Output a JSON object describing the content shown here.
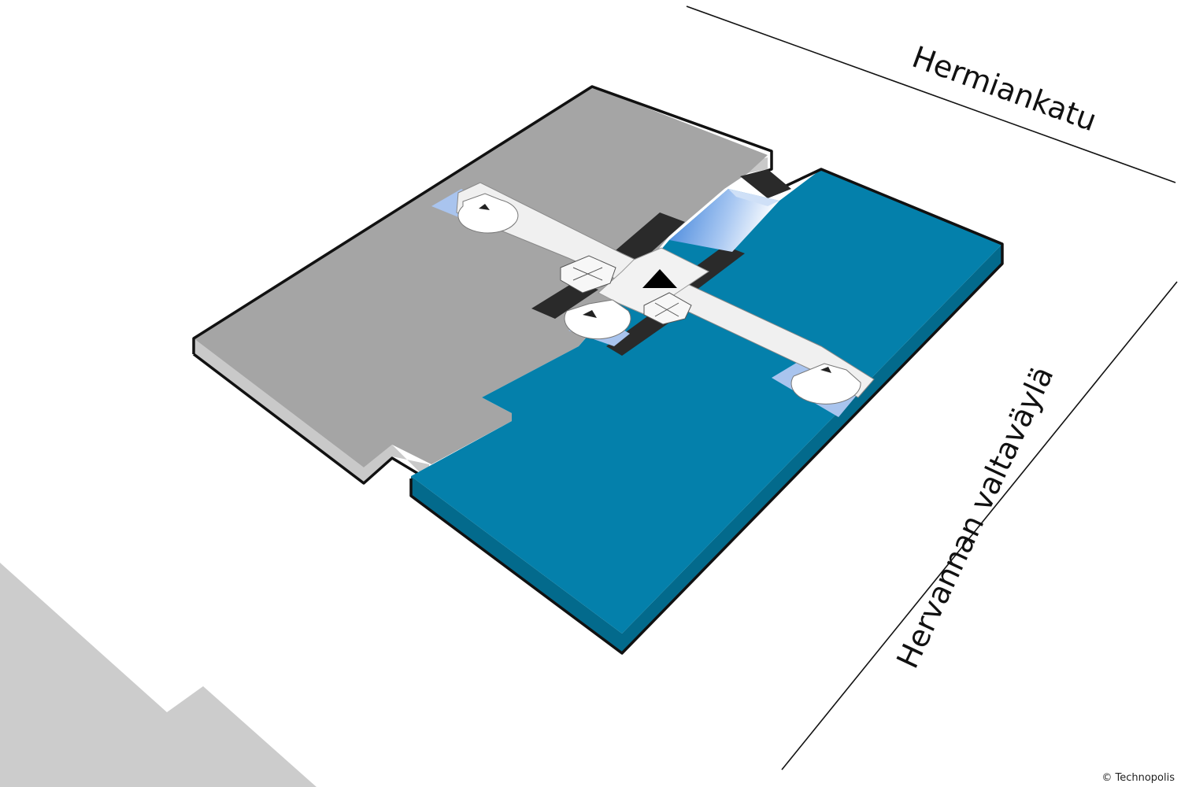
{
  "streets": {
    "north": "Hermiankatu",
    "east": "Hervannan valtaväylä"
  },
  "copyright": "© Technopolis",
  "colors": {
    "highlight_wing": "#0480ab",
    "highlight_wing_side": "#036a8c",
    "other_wing": "#a5a5a5",
    "other_wing_side": "#c9c9c9",
    "corridor": "#f0f0f0",
    "neighbor_building": "#cccccc",
    "shaft": "#2a2a2a",
    "glass": "#a9c4ee"
  },
  "icons": {
    "entrance": "entrance-triangle-icon",
    "elevator": "elevator-icon",
    "stairs": "spiral-stairs-icon"
  }
}
